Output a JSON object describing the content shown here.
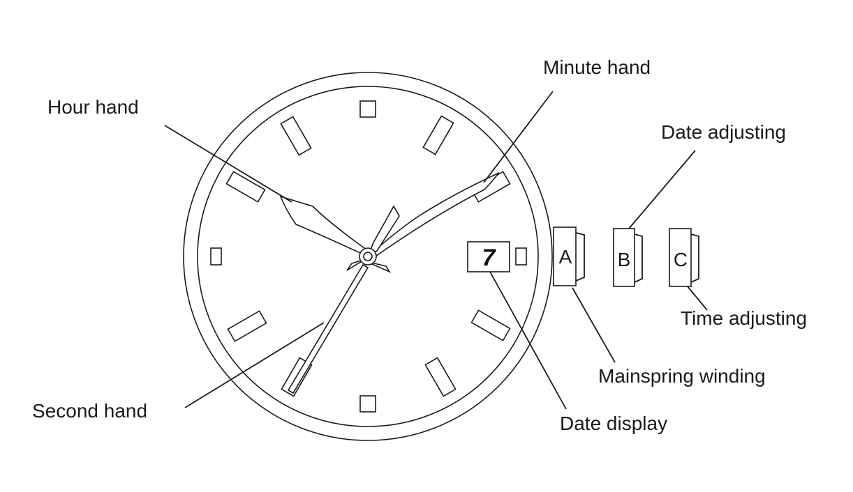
{
  "labels": {
    "hour_hand": "Hour hand",
    "minute_hand": "Minute hand",
    "second_hand": "Second hand",
    "date_adjusting": "Date adjusting",
    "time_adjusting": "Time adjusting",
    "mainspring_winding": "Mainspring winding",
    "date_display": "Date display"
  },
  "crown_positions": [
    "A",
    "B",
    "C"
  ],
  "date_value": "7"
}
